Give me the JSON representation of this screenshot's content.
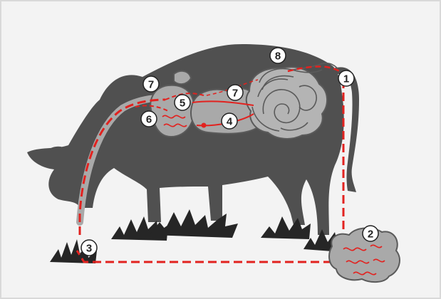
{
  "diagram": {
    "subject": "cattle-parasite-life-cycle",
    "colors": {
      "background": "#f3f3f3",
      "border": "#d9d9d9",
      "cow_silhouette": "#505050",
      "organ_fill": "#a9a9a9",
      "organ_stroke": "#5a5a5a",
      "intestine_fill": "#b4b4b4",
      "pathway": "#e2221f",
      "grass": "#262626",
      "label_fill": "#ffffff",
      "label_stroke": "#222222"
    },
    "stages": [
      {
        "number": "1"
      },
      {
        "number": "2"
      },
      {
        "number": "3"
      },
      {
        "number": "4"
      },
      {
        "number": "5"
      },
      {
        "number": "6"
      },
      {
        "number": "7"
      },
      {
        "number": "7"
      },
      {
        "number": "8"
      }
    ]
  }
}
